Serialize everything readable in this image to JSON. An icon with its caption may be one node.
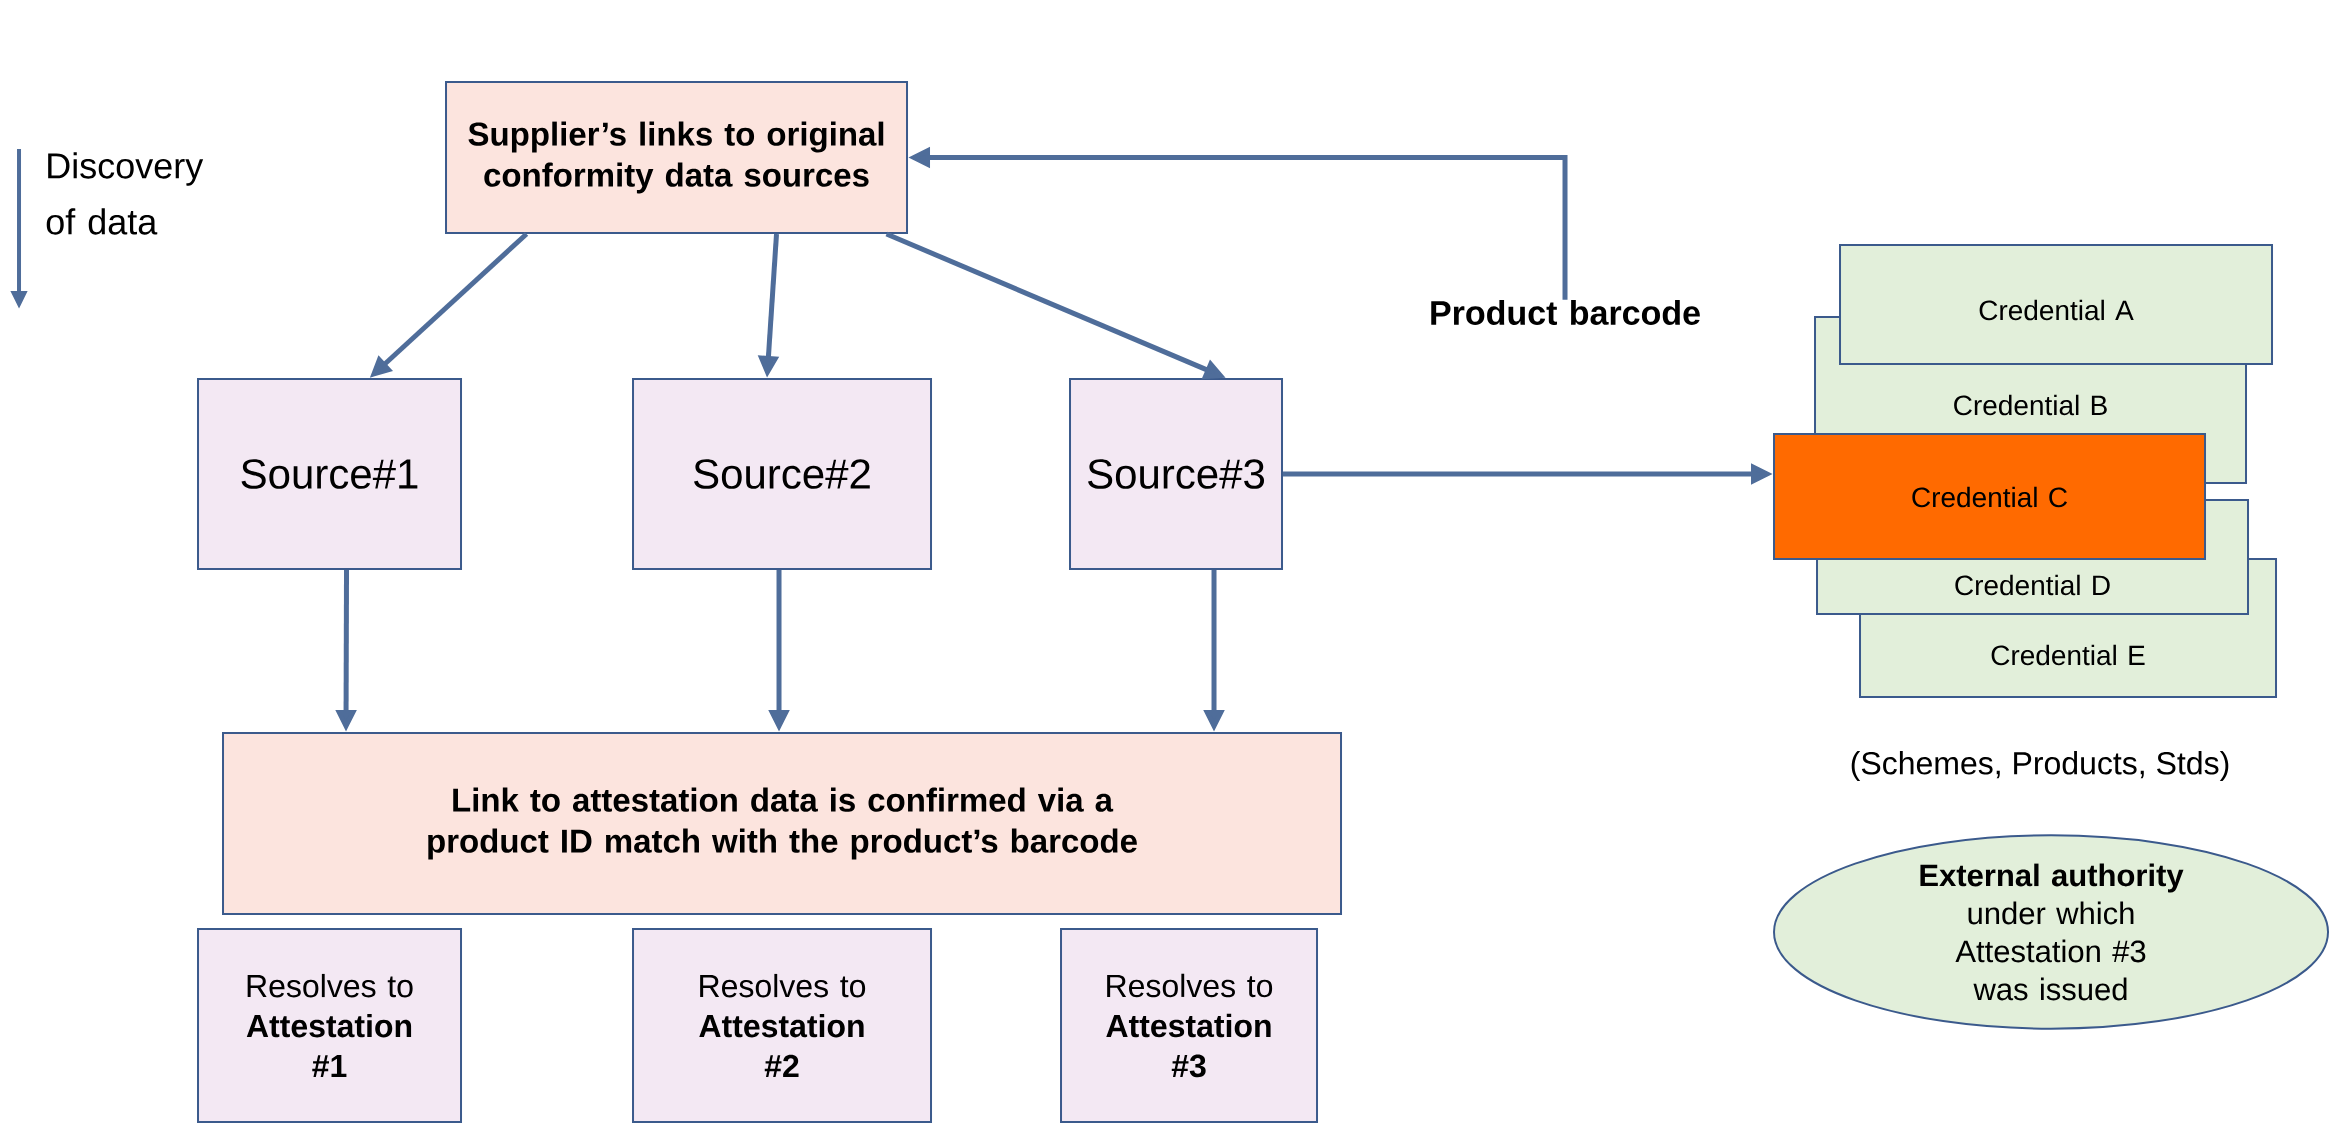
{
  "diagram": {
    "nodes": [
      {
        "text": [
          "Supplier’s links to original conformity data sources"
        ]
      },
      {
        "text": [
          "Source#1"
        ]
      },
      {
        "text": [
          "Source#2"
        ]
      },
      {
        "text": [
          "Source#3"
        ]
      },
      {
        "text": [
          "Link to attestation data is confirmed via a product ID match with the product’s barcode"
        ]
      },
      {
        "text": [
          "Resolves to **Attestation #1**"
        ]
      },
      {
        "text": [
          "Resolves to **Attestation #2**"
        ]
      },
      {
        "text": [
          "Resolves to **Attestation #3**"
        ]
      },
      {
        "text": [
          "Credential A"
        ]
      },
      {
        "text": [
          "Credential B"
        ]
      },
      {
        "text": [
          "Credential C"
        ]
      },
      {
        "text": [
          "Credential D"
        ]
      },
      {
        "text": [
          "Credential E"
        ]
      },
      {
        "text": [
          "**External authority** under which Attestation #3 was issued"
        ]
      },
      {
        "text": [
          "Product barcode"
        ]
      }
    ],
    "edges": [
      {
        "from": 14,
        "to": 0,
        "arrow": "to"
      },
      {
        "from": 0,
        "to": 1,
        "arrow": "to"
      },
      {
        "from": 0,
        "to": 2,
        "arrow": "to"
      },
      {
        "from": 0,
        "to": 3,
        "arrow": "to"
      },
      {
        "from": 1,
        "to": 4,
        "arrow": "to"
      },
      {
        "from": 2,
        "to": 4,
        "arrow": "to"
      },
      {
        "from": 3,
        "to": 4,
        "arrow": "to"
      },
      {
        "from": 3,
        "to": 10,
        "arrow": "to"
      }
    ],
    "labels": [
      "Discovery of data",
      "(Schemes, Products, Stds)"
    ]
  }
}
